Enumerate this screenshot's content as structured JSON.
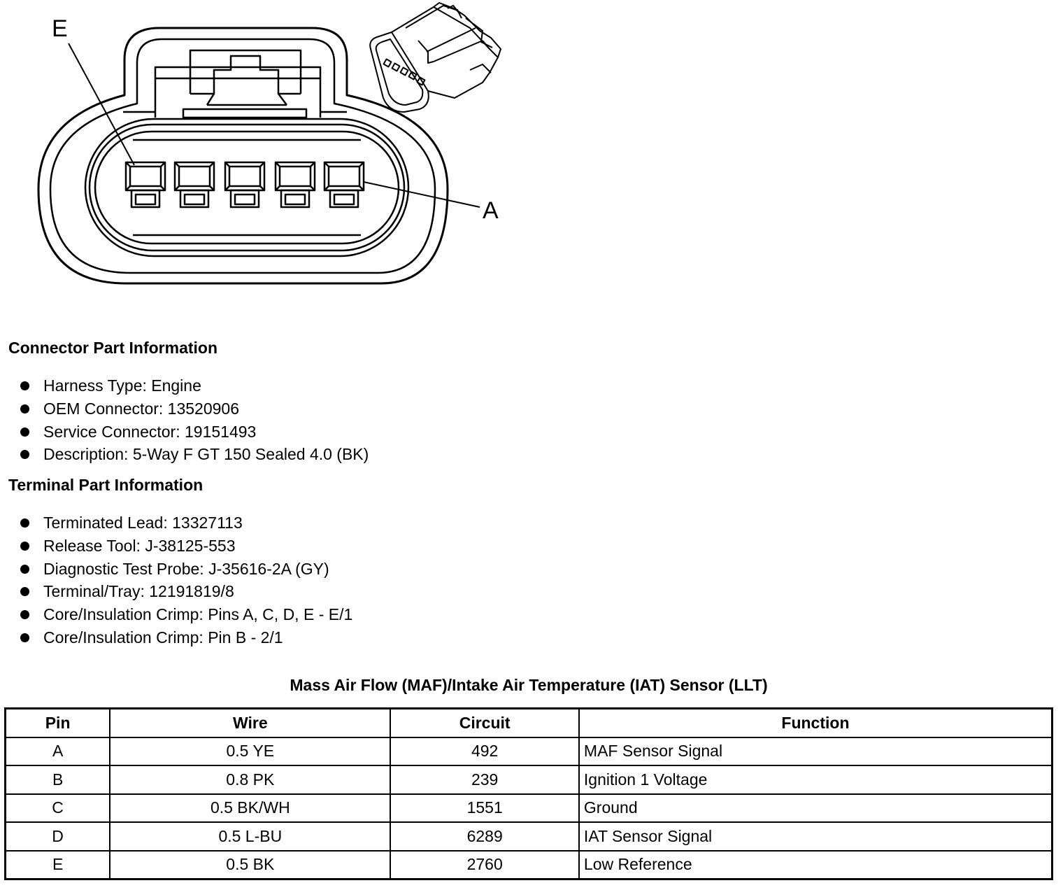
{
  "diagram": {
    "callout_e": "E",
    "callout_a": "A"
  },
  "connector_info": {
    "heading": "Connector Part Information",
    "items": [
      "Harness Type: Engine",
      "OEM Connector: 13520906",
      "Service Connector: 19151493",
      "Description: 5-Way F GT 150 Sealed 4.0 (BK)"
    ]
  },
  "terminal_info": {
    "heading": "Terminal Part Information",
    "items": [
      "Terminated Lead: 13327113",
      "Release Tool: J-38125-553",
      "Diagnostic Test Probe: J-35616-2A (GY)",
      "Terminal/Tray: 12191819/8",
      "Core/Insulation Crimp: Pins A, C, D, E - E/1",
      "Core/Insulation Crimp: Pin B - 2/1"
    ]
  },
  "pin_table": {
    "title": "Mass Air Flow (MAF)/Intake Air Temperature (IAT) Sensor (LLT)",
    "headers": [
      "Pin",
      "Wire",
      "Circuit",
      "Function"
    ],
    "rows": [
      [
        "A",
        "0.5 YE",
        "492",
        "MAF Sensor Signal"
      ],
      [
        "B",
        "0.8 PK",
        "239",
        "Ignition 1 Voltage"
      ],
      [
        "C",
        "0.5 BK/WH",
        "1551",
        "Ground"
      ],
      [
        "D",
        "0.5 L-BU",
        "6289",
        "IAT Sensor Signal"
      ],
      [
        "E",
        "0.5 BK",
        "2760",
        "Low Reference"
      ]
    ]
  }
}
